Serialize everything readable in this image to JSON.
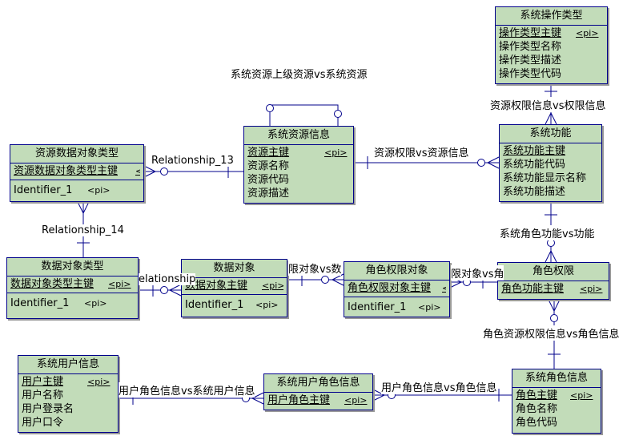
{
  "entities": {
    "sys_op_type": {
      "title": "系统操作类型",
      "rows": [
        {
          "name": "操作类型主键",
          "key": "<pi>"
        },
        {
          "name": "操作类型名称"
        },
        {
          "name": "操作类型描述"
        },
        {
          "name": "操作类型代码"
        }
      ]
    },
    "sys_resource": {
      "title": "系统资源信息",
      "rows": [
        {
          "name": "资源主键",
          "key": "<pi>"
        },
        {
          "name": "资源名称"
        },
        {
          "name": "资源代码"
        },
        {
          "name": "资源描述"
        }
      ]
    },
    "sys_function": {
      "title": "系统功能",
      "rows": [
        {
          "name": "系统功能主键"
        },
        {
          "name": "系统功能代码"
        },
        {
          "name": "系统功能显示名称"
        },
        {
          "name": "系统功能描述"
        }
      ]
    },
    "res_data_obj_type": {
      "title": "资源数据对象类型",
      "rows": [
        {
          "name": "资源数据对象类型主键",
          "key": "<pi>"
        }
      ],
      "ident": {
        "name": "Identifier_1",
        "key": "<pi>"
      }
    },
    "data_obj_type": {
      "title": "数据对象类型",
      "rows": [
        {
          "name": "数据对象类型主键",
          "key": "<pi>"
        }
      ],
      "ident": {
        "name": "Identifier_1",
        "key": "<pi>"
      }
    },
    "data_obj": {
      "title": "数据对象",
      "rows": [
        {
          "name": "数据对象主键",
          "key": "<pi>"
        }
      ],
      "ident": {
        "name": "Identifier_1",
        "key": "<pi>"
      }
    },
    "role_perm_obj": {
      "title": "角色权限对象",
      "rows": [
        {
          "name": "角色权限对象主键",
          "key": "<pi>"
        }
      ],
      "ident": {
        "name": "Identifier_1",
        "key": "<pi>"
      }
    },
    "role_perm": {
      "title": "角色权限",
      "rows": [
        {
          "name": "角色功能主键",
          "key": "<pi>"
        }
      ]
    },
    "sys_user": {
      "title": "系统用户信息",
      "rows": [
        {
          "name": "用户主键",
          "key": "<pi>"
        },
        {
          "name": "用户名称"
        },
        {
          "name": "用户登录名"
        },
        {
          "name": "用户口令"
        }
      ]
    },
    "sys_user_role": {
      "title": "系统用户角色信息",
      "rows": [
        {
          "name": "用户角色主键",
          "key": "<pi>"
        }
      ]
    },
    "sys_role": {
      "title": "系统角色信息",
      "rows": [
        {
          "name": "角色主键",
          "key": "<pi>"
        },
        {
          "name": "角色名称"
        },
        {
          "name": "角色代码"
        }
      ]
    }
  },
  "relations": {
    "res_parent": "系统资源上级资源vs系统资源",
    "perm_op": "资源权限信息vs权限信息",
    "res_perm": "资源权限vs资源信息",
    "rel13": "Relationship_13",
    "rel14": "Relationship_14",
    "role_func": "系统角色功能vs功能",
    "role_res_perm": "角色资源权限信息vs角色信息",
    "rel_partial": "elationship",
    "dataobj_perm": "限对象vs数",
    "permobj_role": "限对象vs角",
    "user_role_user": "用户角色信息vs系统用户信息",
    "user_role_role": "用户角色信息vs角色信息"
  },
  "colors": {
    "entity_fill": "#c2dcb9",
    "border": "#00008b",
    "line": "#00008b"
  }
}
